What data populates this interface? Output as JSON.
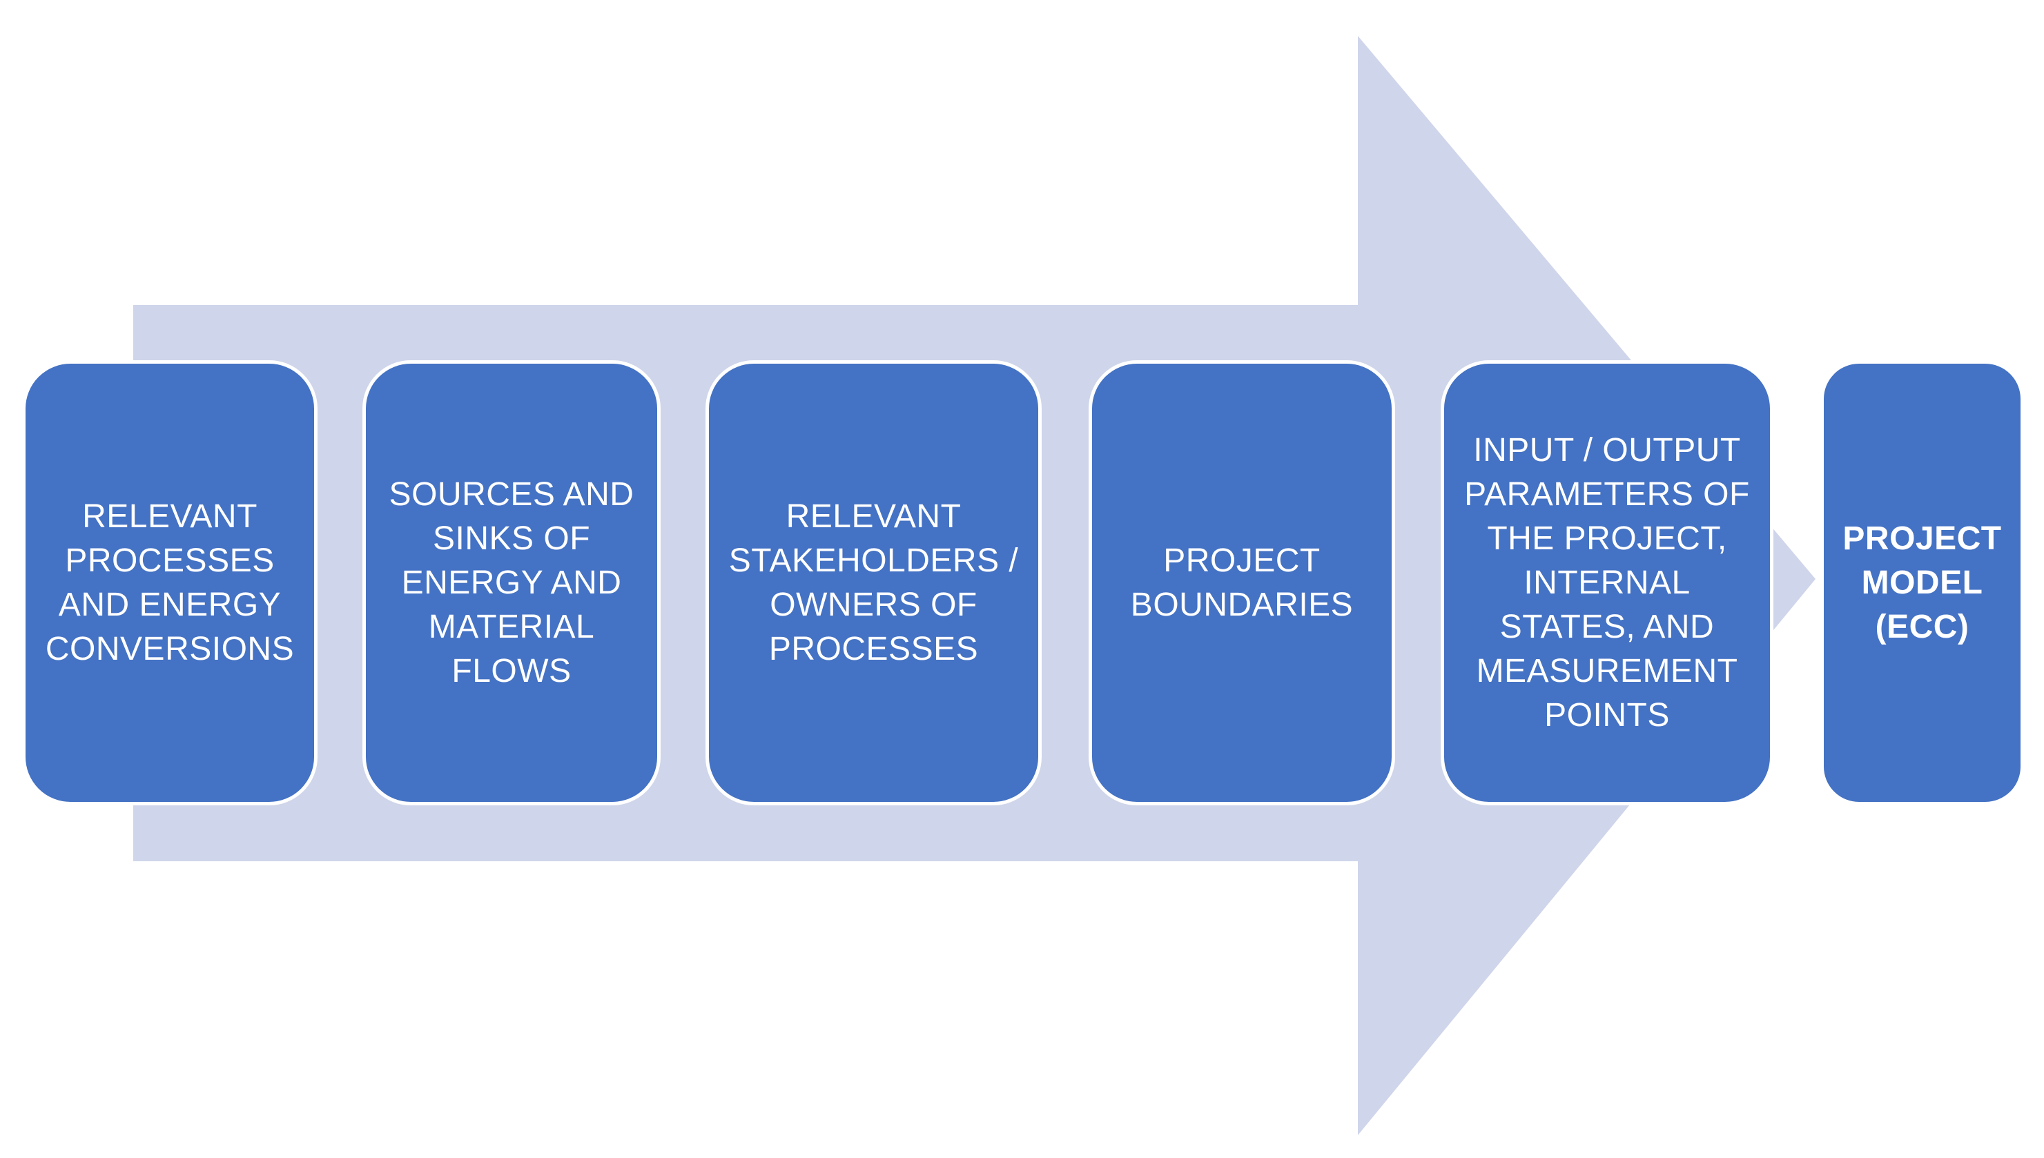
{
  "colors": {
    "arrow_fill": "#cfd5ea",
    "box_fill": "#4472c4",
    "box_border": "#ffffff",
    "text": "#ffffff"
  },
  "steps": [
    {
      "label": "RELEVANT\nPROCESSES\nAND ENERGY\nCONVERSIONS"
    },
    {
      "label": "SOURCES AND\nSINKS OF\nENERGY AND\nMATERIAL\nFLOWS"
    },
    {
      "label": "RELEVANT\nSTAKEHOLDERS /\nOWNERS OF\nPROCESSES"
    },
    {
      "label": "PROJECT\nBOUNDARIES"
    },
    {
      "label": "INPUT / OUTPUT\nPARAMETERS OF\nTHE PROJECT,\nINTERNAL\nSTATES, AND\nMEASUREMENT\nPOINTS"
    }
  ],
  "result": {
    "label": "PROJECT\nMODEL\n(ECC)"
  }
}
